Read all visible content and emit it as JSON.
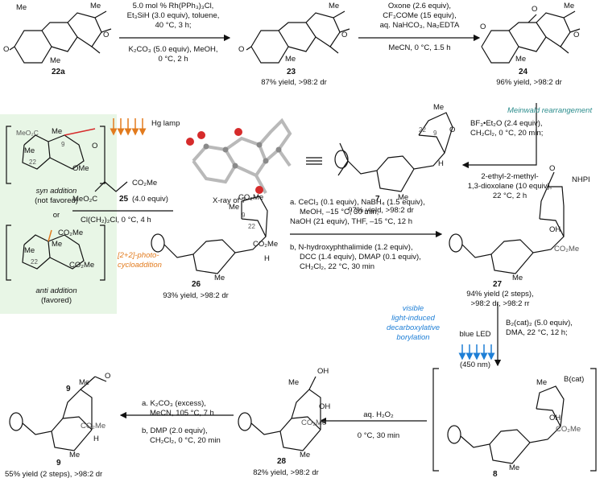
{
  "colors": {
    "highlight": "#e8f6e6",
    "orange": "#e27b1e",
    "teal": "#2a8c8c",
    "blue": "#1f7fd6",
    "red": "#d62b2b"
  },
  "compounds": {
    "c22a": "22a",
    "c23": "23",
    "c24": "24",
    "c7": "7",
    "c25": "25",
    "c26": "26",
    "c27": "27",
    "c8": "8",
    "c28": "28",
    "c9": "9"
  },
  "step1": {
    "l1": "5.0 mol % Rh(PPh₃)₃Cl,",
    "l2": "Et₃SiH (3.0 equiv), toluene,",
    "l3": "40 °C, 3 h;",
    "l4": "K₂CO₃ (5.0 equiv), MeOH,",
    "l5": "0 °C, 2 h"
  },
  "yield23": "87% yield, >98:2 dr",
  "step2": {
    "l1": "Oxone (2.6 equiv),",
    "l2": "CF₃COMe (15 equiv),",
    "l3": "aq. NaHCO₃, Na₂EDTA",
    "l4": "MeCN, 0 °C, 1.5 h"
  },
  "yield24": "96% yield, >98:2 dr",
  "meinwald": "Meinwald rearrangement",
  "step3": {
    "l1": "BF₃•Et₂O (2.4 equiv),",
    "l2": "CH₂Cl₂, 0 °C, 20 min;",
    "l3": "2-ethyl-2-methyl-",
    "l4": "1,3-dioxolane (10 equiv),",
    "l5": "22 °C, 2 h"
  },
  "yield7": "97% yield, >98:2 dr",
  "xray": "X-ray of 7",
  "hg_lamp": "Hg lamp",
  "equiv25": "(4.0 equiv)",
  "solvent25": "Cl(CH₂)₂Cl, 0 °C, 4 h",
  "syn": {
    "title": "syn addition",
    "sub": "(not favored)"
  },
  "or": "or",
  "anti": {
    "title": "anti addition",
    "sub": "(favored)"
  },
  "photo": {
    "l1": "[2+2]-photo-",
    "l2": "cycloaddition"
  },
  "yield26": "93% yield, >98:2 dr",
  "step4a": {
    "l1": "a. CeCl₃ (0.1 equiv), NaBH₄ (1.5 equiv),",
    "l2": "MeOH, –15 °C, 30 min;",
    "l3": "NaOH (21 equiv), THF, –15 °C, 12 h"
  },
  "step4b": {
    "l1": "b, N-hydroxyphthalimide (1.2 equiv),",
    "l2": "DCC (1.4 equiv), DMAP (0.1 equiv),",
    "l3": "CH₂Cl₂, 22 °C, 30 min"
  },
  "yield27": {
    "l1": "94% yield (2 steps),",
    "l2": ">98:2 dr, >98:2 rr"
  },
  "visible": {
    "l1": "visible",
    "l2": "light-induced",
    "l3": "decarboxylative",
    "l4": "borylation"
  },
  "blue_led": {
    "l1": "blue LED",
    "l2": "(450 nm)"
  },
  "boryl": {
    "l1": "B₂(cat)₂ (5.0 equiv),",
    "l2": "DMA, 22 °C, 12 h;"
  },
  "h2o2": {
    "l1": "aq. H₂O₂",
    "l2": "0 °C, 30 min"
  },
  "yield28": "82% yield, >98:2 dr",
  "step5a": {
    "l1": "a. K₂CO₃ (excess),",
    "l2": "MeCN, 105 °C, 7 h"
  },
  "step5b": {
    "l1": "b, DMP (2.0 equiv),",
    "l2": "CH₂Cl₂, 0 °C, 20 min"
  },
  "yield9": "55% yield (2 steps), >98:2 dr",
  "struct": {
    "me": "Me",
    "o": "O",
    "h": "H",
    "nphi": "NHPI",
    "co2me": "CO₂Me",
    "bcat": "B(cat)",
    "oh": "OH",
    "ome": "OMe",
    "meo2c": "MeO₂C",
    "n9": "9",
    "n22": "22"
  }
}
